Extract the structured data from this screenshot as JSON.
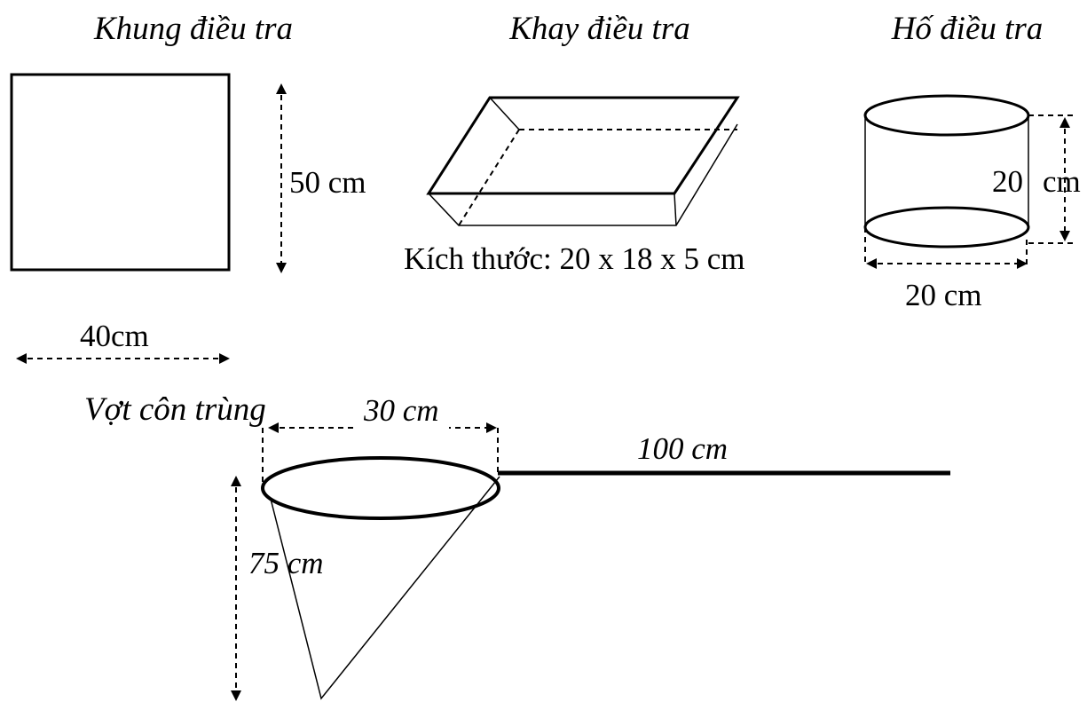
{
  "frame": {
    "title": "Khung điều tra",
    "height_label": "50 cm",
    "width_label": "40cm"
  },
  "tray": {
    "title": "Khay điều tra",
    "size_label": "Kích thước: 20 x 18 x 5 cm"
  },
  "pit": {
    "title": "Hố điều tra",
    "height_label_num": "20",
    "height_label_unit": "cm",
    "width_label": "20 cm"
  },
  "net": {
    "title": "Vợt côn trùng",
    "diameter_label": "30 cm",
    "handle_label": "100 cm",
    "depth_label": "75 cm"
  }
}
